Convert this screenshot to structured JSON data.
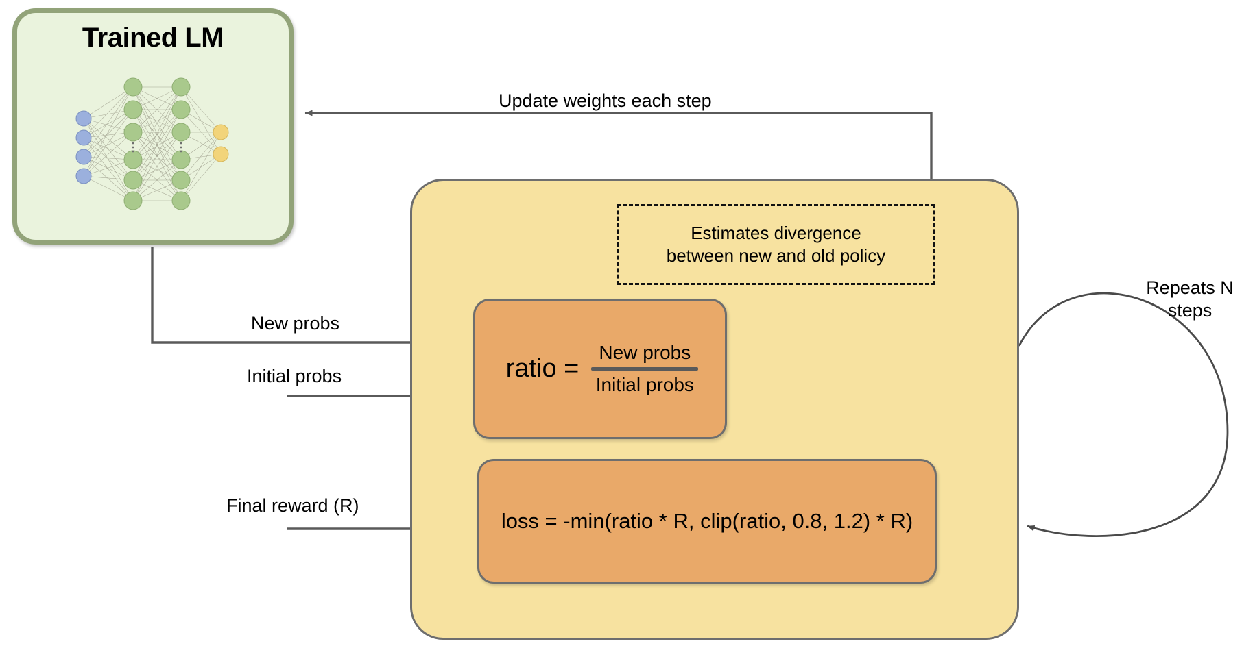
{
  "diagram": {
    "title_model": "Trained LM",
    "labels": {
      "update_weights": "Update weights each step",
      "new_probs": "New probs",
      "initial_probs": "Initial probs",
      "final_reward": "Final reward (R)",
      "repeats": "Repeats N steps"
    },
    "divergence_note": {
      "line1": "Estimates divergence",
      "line2": "between new and old policy"
    },
    "ratio": {
      "lhs": "ratio =",
      "numerator": "New probs",
      "denominator": "Initial probs"
    },
    "loss": {
      "equation": "loss = -min(ratio * R, clip(ratio, 0.8, 1.2) * R)"
    },
    "network": {
      "input_nodes": 4,
      "hidden_layers": 2,
      "hidden_nodes_per_layer": 6,
      "output_nodes": 2,
      "input_color": "#9bb0dd",
      "hidden_color": "#a9c98c",
      "output_color": "#f2d47a"
    },
    "colors": {
      "lm_fill": "#eaf3dd",
      "lm_border": "#92a379",
      "container_fill": "#f7e2a0",
      "box_fill": "#e9a969",
      "stroke": "#6e6e6e",
      "text": "#000000",
      "dashed_stroke": "#111111"
    }
  }
}
